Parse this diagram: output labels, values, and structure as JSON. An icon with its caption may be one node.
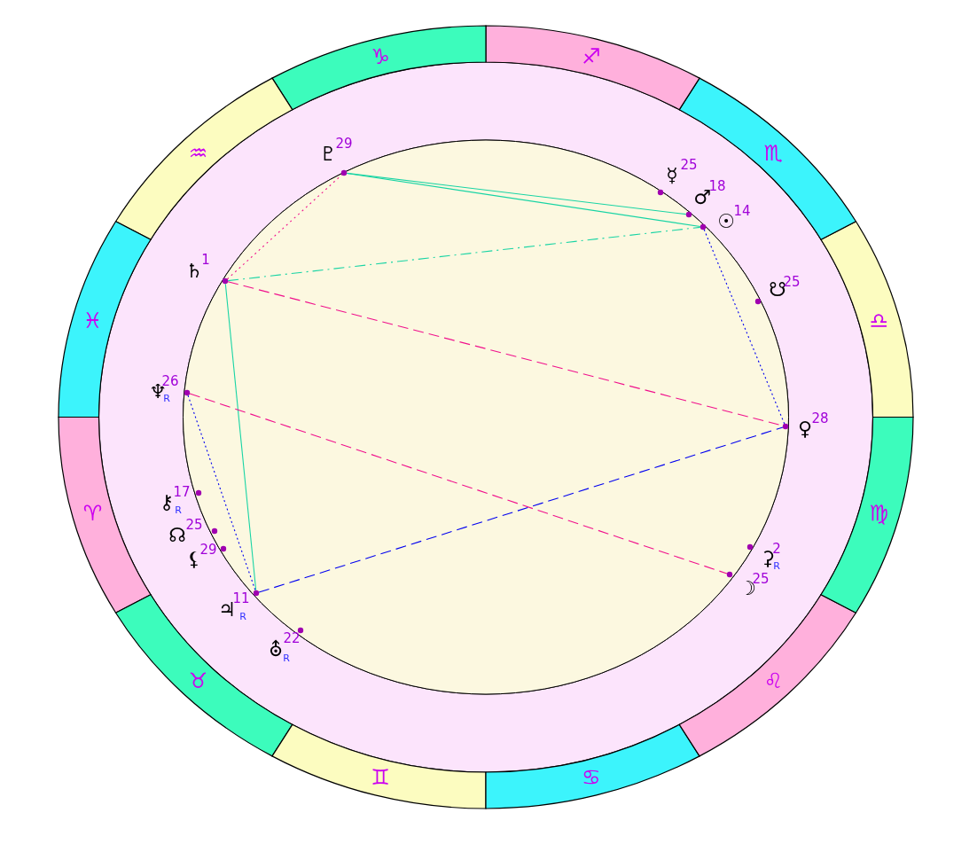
{
  "diagram": {
    "nodes": [
      {
        "text": [
          "♈"
        ]
      },
      {
        "text": [
          "♉"
        ]
      },
      {
        "text": [
          "♊"
        ]
      },
      {
        "text": [
          "♋"
        ]
      },
      {
        "text": [
          "♌"
        ]
      },
      {
        "text": [
          "♍"
        ]
      },
      {
        "text": [
          "♎"
        ]
      },
      {
        "text": [
          "♏"
        ]
      },
      {
        "text": [
          "♐"
        ]
      },
      {
        "text": [
          "♑"
        ]
      },
      {
        "text": [
          "♒"
        ]
      },
      {
        "text": [
          "♓"
        ]
      },
      {
        "text": [
          "⚷",
          "17",
          "R"
        ]
      },
      {
        "text": [
          "☊",
          "25"
        ]
      },
      {
        "text": [
          "⚸",
          "29"
        ]
      },
      {
        "text": [
          "♃",
          "11",
          "R"
        ]
      },
      {
        "text": [
          "⛢",
          "22",
          "R"
        ]
      },
      {
        "text": [
          "☽",
          "25"
        ]
      },
      {
        "text": [
          "⚳",
          "2",
          "R"
        ]
      },
      {
        "text": [
          "♀",
          "28"
        ]
      },
      {
        "text": [
          "☋",
          "25"
        ]
      },
      {
        "text": [
          "☉",
          "14"
        ]
      },
      {
        "text": [
          "♂",
          "18"
        ]
      },
      {
        "text": [
          "☿",
          "25"
        ]
      },
      {
        "text": [
          "♇",
          "29"
        ]
      },
      {
        "text": [
          "♄",
          "1"
        ]
      },
      {
        "text": [
          "♆",
          "26",
          "R"
        ]
      }
    ],
    "edges": [
      {
        "from": 24,
        "to": 22,
        "arrow": "none"
      },
      {
        "from": 24,
        "to": 21,
        "arrow": "none"
      },
      {
        "from": 25,
        "to": 24,
        "arrow": "none",
        "style": "dashed",
        "color": "#f0108c"
      },
      {
        "from": 25,
        "to": 21,
        "arrow": "none",
        "style": "dashed"
      },
      {
        "from": 25,
        "to": 19,
        "arrow": "none",
        "style": "dashed",
        "color": "#f0108c"
      },
      {
        "from": 25,
        "to": 15,
        "arrow": "none"
      },
      {
        "from": 21,
        "to": 19,
        "arrow": "none",
        "style": "dashed",
        "color": "#0000f0"
      },
      {
        "from": 26,
        "to": 17,
        "arrow": "none",
        "style": "dashed",
        "color": "#f0108c"
      },
      {
        "from": 26,
        "to": 15,
        "arrow": "none",
        "style": "dashed",
        "color": "#0000f0"
      },
      {
        "from": 15,
        "to": 19,
        "arrow": "none",
        "style": "dashed",
        "color": "#0000f0"
      }
    ]
  }
}
